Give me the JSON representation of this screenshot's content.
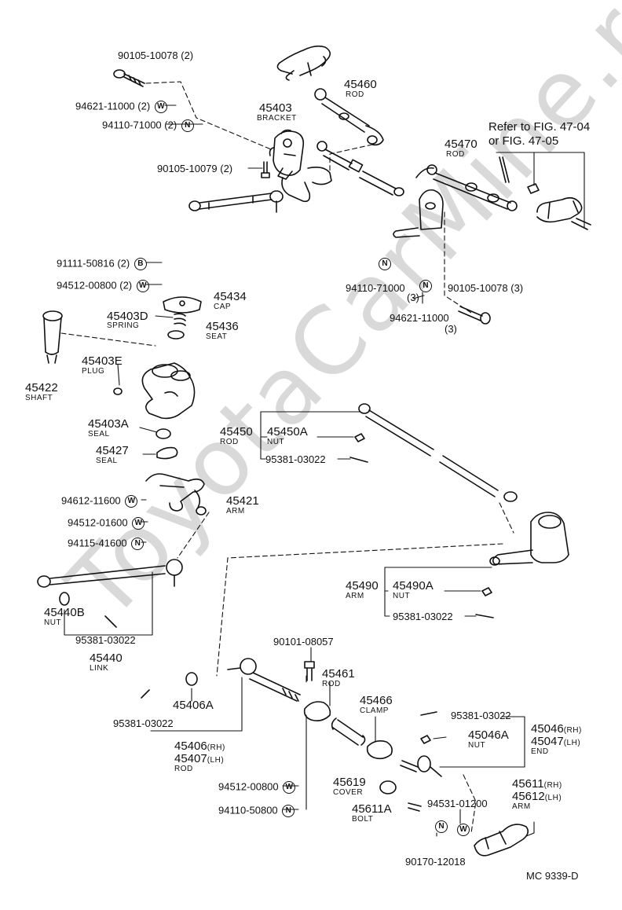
{
  "watermark": "ToyotaCarMine.ru",
  "drawing_code": "MC 9339-D",
  "refer_note": {
    "line1": "Refer to FIG. 47-04",
    "line2": "or FIG. 47-05"
  },
  "symbols": {
    "W": "W",
    "N": "N",
    "B": "B"
  },
  "labels": {
    "p90105_10078_2": "90105-10078 (2)",
    "p94621_11000_2": "94621-11000 (2)",
    "p94110_71000_2": "94110-71000 (2)",
    "p45403": "45403",
    "bracket": "BRACKET",
    "p90105_10079_2": "90105-10079 (2)",
    "p45460": "45460",
    "rod1": "ROD",
    "p45470": "45470",
    "rod2": "ROD",
    "p91111_50816_2": "91111-50816 (2)",
    "p94512_00800_2": "94512-00800 (2)",
    "p45434": "45434",
    "cap": "CAP",
    "p45403D": "45403D",
    "spring": "SPRING",
    "p45436": "45436",
    "seat1": "SEAT",
    "p45422": "45422",
    "shaft": "SHAFT",
    "p45403E": "45403E",
    "plug": "PLUG",
    "p94110_71000_b": "94110-71000",
    "qty3a": "(3)",
    "p90105_10078_3": "90105-10078 (3)",
    "p94621_11000_b": "94621-11000",
    "qty3b": "(3)",
    "p45403A": "45403A",
    "seal1": "SEAL",
    "p45427": "45427",
    "seal2": "SEAL",
    "p45450": "45450",
    "rod3": "ROD",
    "p45450A": "45450A",
    "nut1": "NUT",
    "p95381_a": "95381-03022",
    "p94612_11600": "94612-11600",
    "p45421": "45421",
    "arm1": "ARM",
    "p94512_01600": "94512-01600",
    "p94115_41600": "94115-41600",
    "p45490": "45490",
    "arm2": "ARM",
    "p45490A": "45490A",
    "nut2": "NUT",
    "p95381_b": "95381-03022",
    "p45440B": "45440B",
    "nut3": "NUT",
    "p95381_c": "95381-03022",
    "p45440": "45440",
    "link": "LINK",
    "p90101_08057": "90101-08057",
    "p45461": "45461",
    "rod4": "ROD",
    "p45466": "45466",
    "clamp": "CLAMP",
    "p95381_d": "95381-03022",
    "p45406A": "45406A",
    "p95381_e": "95381-03022",
    "p45406": "45406",
    "rh1": "(RH)",
    "p45407": "45407",
    "lh1": "(LH)",
    "rod5": "ROD",
    "p45046A": "45046A",
    "nut4": "NUT",
    "p45046": "45046",
    "rh2": "(RH)",
    "p45047": "45047",
    "lh2": "(LH)",
    "end": "END",
    "p94512_00800_b": "94512-00800",
    "p45619": "45619",
    "cover": "COVER",
    "p94531_01200": "94531-01200",
    "p45611": "45611",
    "rh3": "(RH)",
    "p45612": "45612",
    "lh3": "(LH)",
    "arm3": "ARM",
    "p94110_50800": "94110-50800",
    "p45611A": "45611A",
    "bolt": "BOLT",
    "p90170_12018": "90170-12018"
  }
}
